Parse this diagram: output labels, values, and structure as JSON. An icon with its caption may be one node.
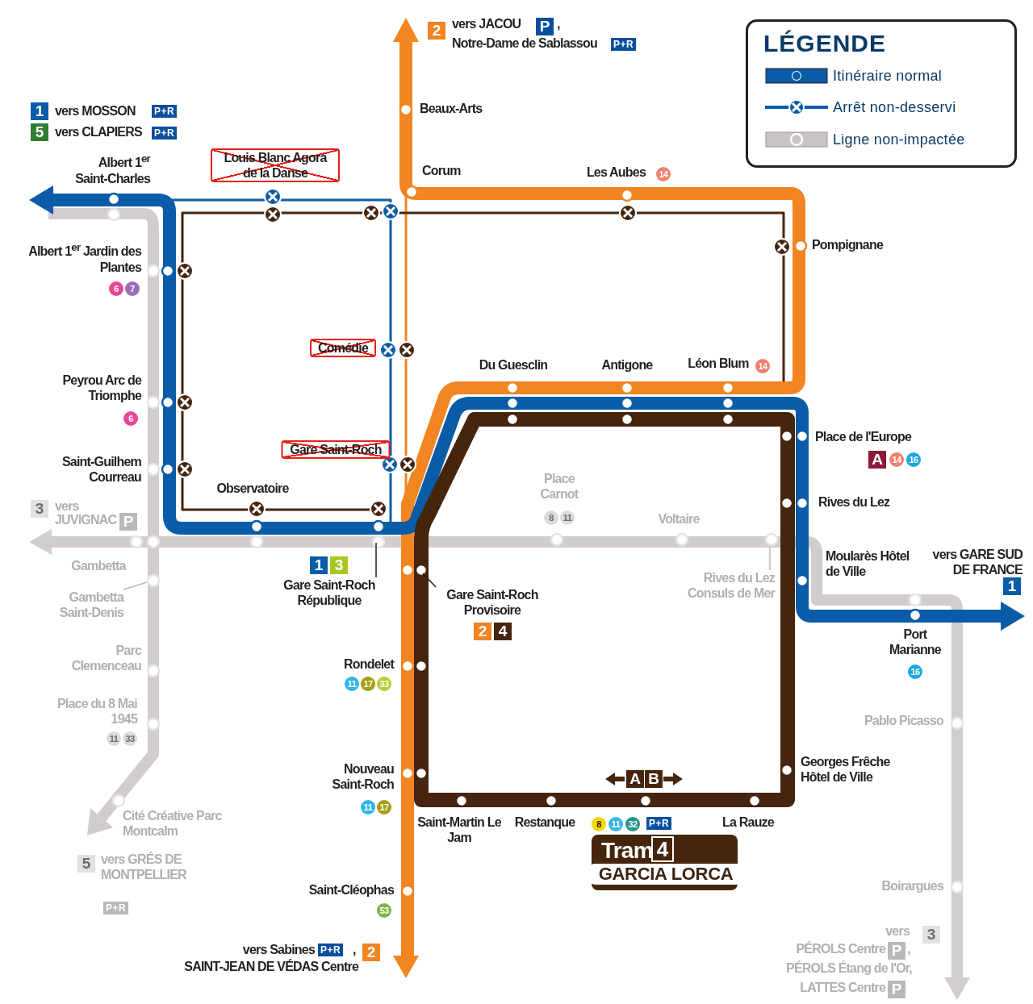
{
  "diagram": {
    "nodes": [
      {
        "text": [
          "Gare Saint-Roch République"
        ]
      },
      {
        "text": [
          "Gare Saint-Roch Provisoire"
        ]
      },
      {
        "text": [
          "Rives du Lez Consuls de Mer"
        ]
      },
      {
        "text": [
          "Gambetta Saint-Denis"
        ]
      }
    ],
    "edges": [
      {
        "from": 0,
        "to": null,
        "arrow": "none"
      },
      {
        "from": 1,
        "to": null,
        "arrow": "none"
      },
      {
        "from": 2,
        "to": null,
        "arrow": "none",
        "color": "#bdb8b8"
      },
      {
        "from": 3,
        "to": null,
        "arrow": "none",
        "color": "#bdb8b8"
      }
    ],
    "labels": [
      "2",
      "vers JACOU",
      "P",
      ",",
      "Notre-Dame de Sablassou",
      "P+R",
      "LÉGENDE",
      "1",
      "vers MOSSON",
      "P+R",
      "5",
      "vers CLAPIERS",
      "P+R",
      "Beaux-Arts",
      "Albert 1$^{er}$ Saint-Charles",
      "Louis Blanc Agora de la Danse",
      "Corum",
      "Les Aubes",
      "14",
      "Albert 1$^{er}$ Jardin des Plantes",
      "6",
      "7",
      "Pompignane",
      "Comédie",
      "Du Guesclin",
      "Antigone",
      "Léon Blum",
      "14",
      "Peyrou Arc de Triomphe",
      "6",
      "Place de l'Europe",
      "A",
      "14",
      "16",
      "Gare Saint-Roch",
      "Saint-Guilhem Courreau",
      "Observatoire",
      "Place Carnot",
      "8",
      "11",
      "Voltaire",
      "Rives du Lez",
      "3",
      "vers",
      "JUVIGNAC",
      "P",
      "Gambetta",
      "1",
      "3",
      "Moularès Hôtel de Ville",
      "vers GARE SUD DE FRANCE",
      "1",
      "2",
      "4",
      "Port Marianne",
      "16",
      "Parc Clemenceau",
      "Rondelet",
      "11",
      "17",
      "33",
      "Place du 8 Mai 1945",
      "11",
      "33",
      "Pablo Picasso",
      "Nouveau Saint-Roch",
      "11",
      "17",
      "Georges Frêche Hôtel de Ville",
      "A",
      "B",
      "Cité Créative Parc Montcalm",
      "Saint-Martin Le Jam",
      "Restanque",
      "8",
      "11",
      "32",
      "P+R",
      "La Rauze",
      "Tram",
      "4",
      "GARCIA LORCA",
      "5",
      "vers GRÉS DE MONTPELLIER",
      "P+R",
      "Saint-Cléophas",
      "53",
      "Boirargues",
      "vers",
      "3",
      "PÉROLS Centre",
      "P",
      ",",
      "PÉROLS Étang de l'Or,",
      "LATTES Centre",
      "P",
      "vers Sabines",
      "P+R",
      ",",
      "2",
      "SAINT-JEAN DE VÉDAS Centre"
    ],
    "legend": [
      {
        "text": "Itinéraire normal"
      },
      {
        "text": "Arrêt non-desservi"
      },
      {
        "text": "Ligne non-impactée"
      }
    ]
  }
}
